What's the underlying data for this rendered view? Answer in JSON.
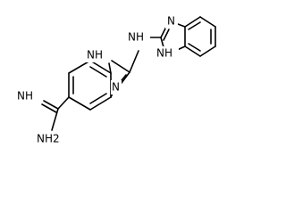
{
  "labels": {
    "imidazole_nh_left": "NH",
    "imidazole_n_left": "N",
    "linker_nh": "NH",
    "imidazole_n_right": "N",
    "imidazole_nh_right": "NH",
    "imine": "NH",
    "amine": "NH2"
  },
  "colors": {
    "bond": "#000000",
    "text": "#000000",
    "background": "#ffffff"
  }
}
